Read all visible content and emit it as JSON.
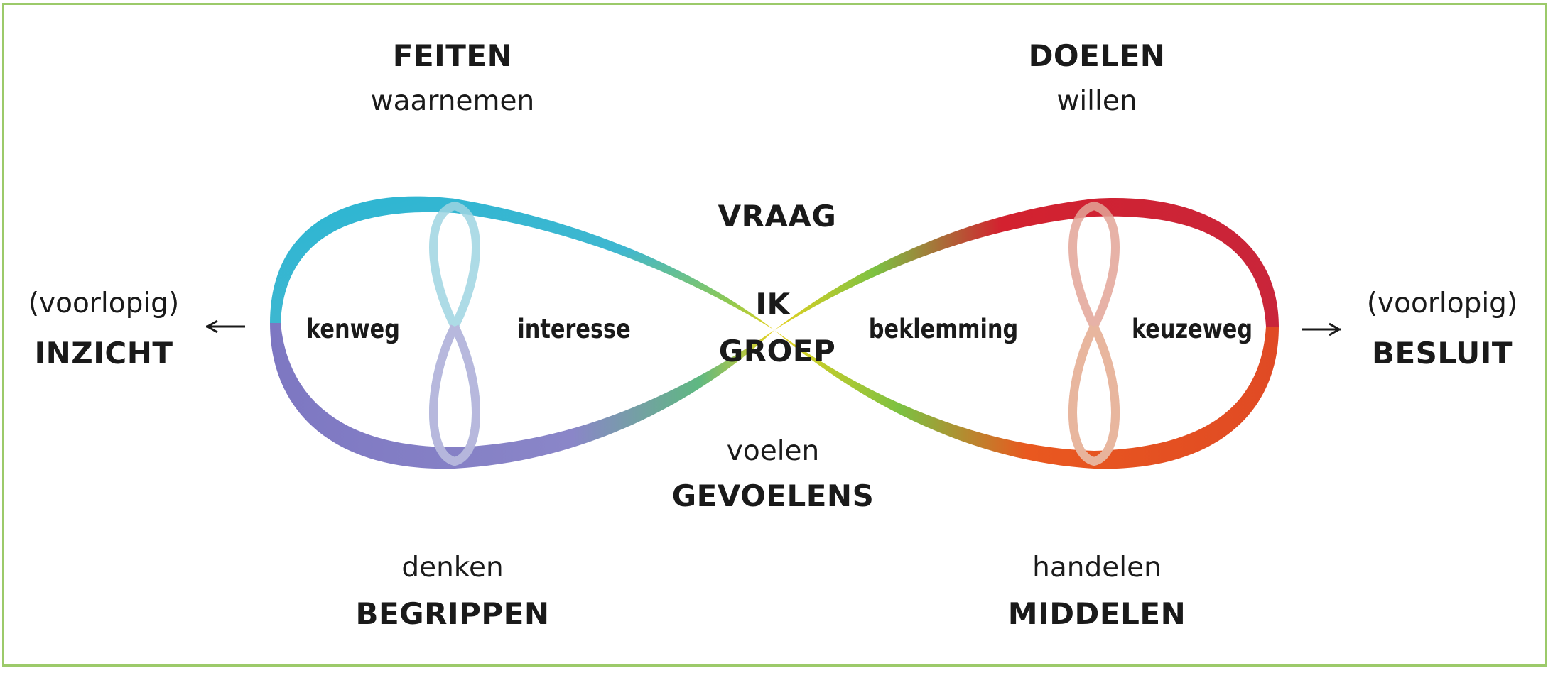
{
  "top_left": {
    "title": "FEITEN",
    "sub": "waarnemen"
  },
  "top_right": {
    "title": "DOELEN",
    "sub": "willen"
  },
  "bottom_left": {
    "sub": "denken",
    "title": "BEGRIPPEN"
  },
  "bottom_right": {
    "sub": "handelen",
    "title": "MIDDELEN"
  },
  "center": {
    "top": "VRAAG",
    "ik": "IK",
    "groep": "GROEP",
    "feel": "voelen",
    "feelings": "GEVOELENS"
  },
  "left_loop": {
    "outer": "kenweg",
    "inner": "interesse"
  },
  "right_loop": {
    "inner": "beklemming",
    "outer": "keuzeweg"
  },
  "left_result": {
    "qualifier": "(voorlopig)",
    "title": "INZICHT",
    "arrow": "←"
  },
  "right_result": {
    "qualifier": "(voorlopig)",
    "title": "BESLUIT",
    "arrow": "→"
  },
  "colors": {
    "border": "#9cca6a",
    "cyan": "#2bb6d3",
    "violet": "#7d77c2",
    "red": "#d3212f",
    "orange": "#e9581f",
    "yellow": "#e8d21f",
    "green": "#7cc142"
  }
}
